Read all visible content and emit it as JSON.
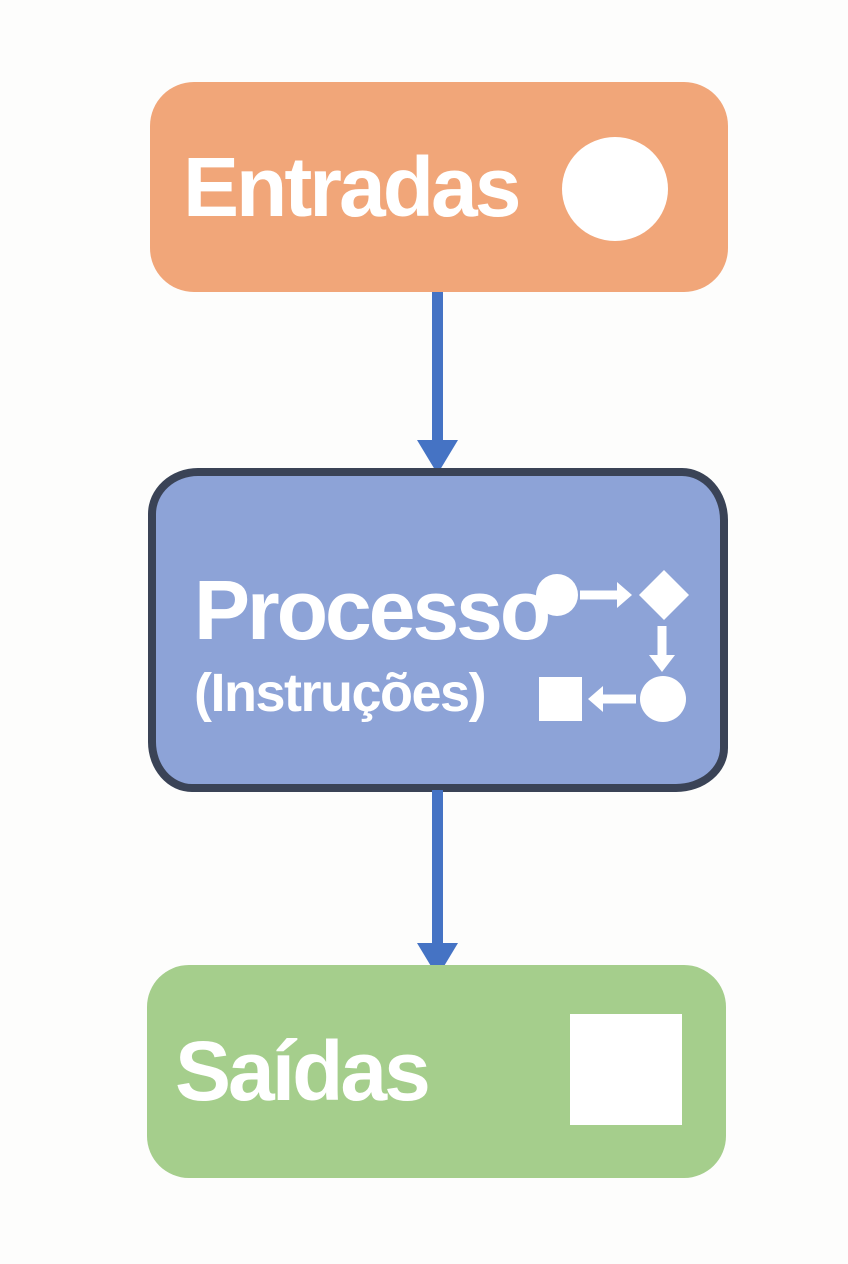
{
  "colors": {
    "background": "#FDFDFC",
    "arrow": "#4573C4",
    "entradas_fill": "#F1A679",
    "processo_fill": "#8DA3D7",
    "processo_border": "#3A4356",
    "saidas_fill": "#A5CE8C",
    "icon_white": "#FFFFFF"
  },
  "nodes": {
    "entradas": {
      "label": "Entradas",
      "icon": "circle-icon"
    },
    "processo": {
      "label": "Processo",
      "sublabel": "(Instruções)",
      "icon": "mini-flowchart-icon"
    },
    "saidas": {
      "label": "Saídas",
      "icon": "square-icon"
    }
  },
  "connectors": [
    {
      "from": "entradas",
      "to": "processo",
      "style": "arrow-down"
    },
    {
      "from": "processo",
      "to": "saidas",
      "style": "arrow-down"
    }
  ]
}
